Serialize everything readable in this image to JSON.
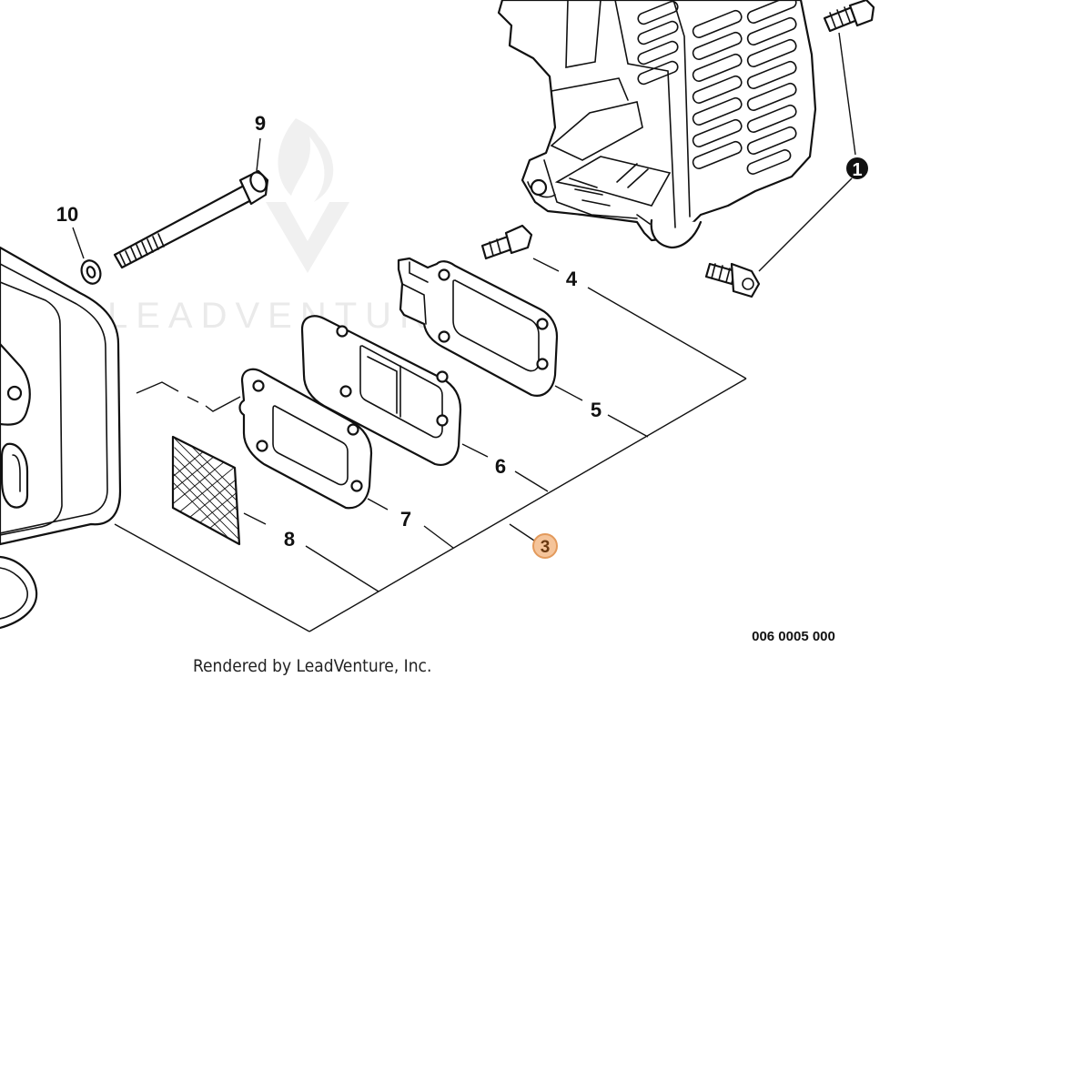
{
  "callouts": {
    "c1": "1",
    "c3": "3",
    "c4": "4",
    "c5": "5",
    "c6": "6",
    "c7": "7",
    "c8": "8",
    "c9": "9",
    "c10": "10"
  },
  "diagram_code": "006 0005 000",
  "credit": "Rendered by LeadVenture, Inc.",
  "watermark": "LEADVENTURE",
  "colors": {
    "highlight_fill": "#f5c49a",
    "highlight_stroke": "#e39a5c",
    "line": "#111111"
  }
}
